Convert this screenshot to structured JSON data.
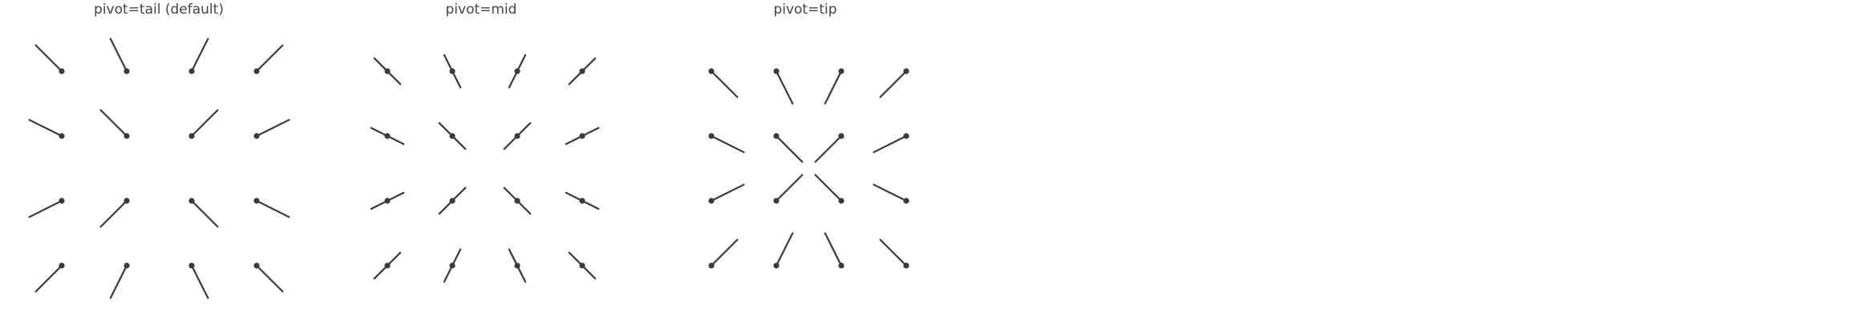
{
  "figure": {
    "background": "#ffffff",
    "line_color": "#3a3a3a",
    "title_color": "#444444"
  },
  "chart_data": [
    {
      "type": "quiver",
      "title": "pivot=tail (default)",
      "pivot": "tail",
      "grid": false,
      "axes_visible": false,
      "x": [
        0,
        1,
        2,
        3
      ],
      "y": [
        0,
        1,
        2,
        3
      ],
      "vectors": [
        [
          [
            -0.4,
            0.4
          ],
          [
            -0.25,
            0.5
          ],
          [
            0.25,
            0.5
          ],
          [
            0.4,
            0.4
          ]
        ],
        [
          [
            -0.5,
            0.25
          ],
          [
            -0.4,
            0.4
          ],
          [
            0.4,
            0.4
          ],
          [
            0.5,
            0.25
          ]
        ],
        [
          [
            -0.5,
            -0.25
          ],
          [
            -0.4,
            -0.4
          ],
          [
            0.4,
            -0.4
          ],
          [
            0.5,
            -0.25
          ]
        ],
        [
          [
            -0.4,
            -0.4
          ],
          [
            -0.25,
            -0.5
          ],
          [
            0.25,
            -0.5
          ],
          [
            0.4,
            -0.4
          ]
        ]
      ]
    },
    {
      "type": "quiver",
      "title": "pivot=mid",
      "pivot": "mid",
      "grid": false,
      "axes_visible": false,
      "x": [
        0,
        1,
        2,
        3
      ],
      "y": [
        0,
        1,
        2,
        3
      ],
      "vectors": [
        [
          [
            -0.4,
            0.4
          ],
          [
            -0.25,
            0.5
          ],
          [
            0.25,
            0.5
          ],
          [
            0.4,
            0.4
          ]
        ],
        [
          [
            -0.5,
            0.25
          ],
          [
            -0.4,
            0.4
          ],
          [
            0.4,
            0.4
          ],
          [
            0.5,
            0.25
          ]
        ],
        [
          [
            -0.5,
            -0.25
          ],
          [
            -0.4,
            -0.4
          ],
          [
            0.4,
            -0.4
          ],
          [
            0.5,
            -0.25
          ]
        ],
        [
          [
            -0.4,
            -0.4
          ],
          [
            -0.25,
            -0.5
          ],
          [
            0.25,
            -0.5
          ],
          [
            0.4,
            -0.4
          ]
        ]
      ]
    },
    {
      "type": "quiver",
      "title": "pivot=tip",
      "pivot": "tip",
      "grid": false,
      "axes_visible": false,
      "x": [
        0,
        1,
        2,
        3
      ],
      "y": [
        0,
        1,
        2,
        3
      ],
      "vectors": [
        [
          [
            -0.4,
            0.4
          ],
          [
            -0.25,
            0.5
          ],
          [
            0.25,
            0.5
          ],
          [
            0.4,
            0.4
          ]
        ],
        [
          [
            -0.5,
            0.25
          ],
          [
            -0.4,
            0.4
          ],
          [
            0.4,
            0.4
          ],
          [
            0.5,
            0.25
          ]
        ],
        [
          [
            -0.5,
            -0.25
          ],
          [
            -0.4,
            -0.4
          ],
          [
            0.4,
            -0.4
          ],
          [
            0.5,
            -0.25
          ]
        ],
        [
          [
            -0.4,
            -0.4
          ],
          [
            -0.25,
            -0.5
          ],
          [
            0.25,
            -0.5
          ],
          [
            0.4,
            -0.4
          ]
        ]
      ]
    }
  ]
}
